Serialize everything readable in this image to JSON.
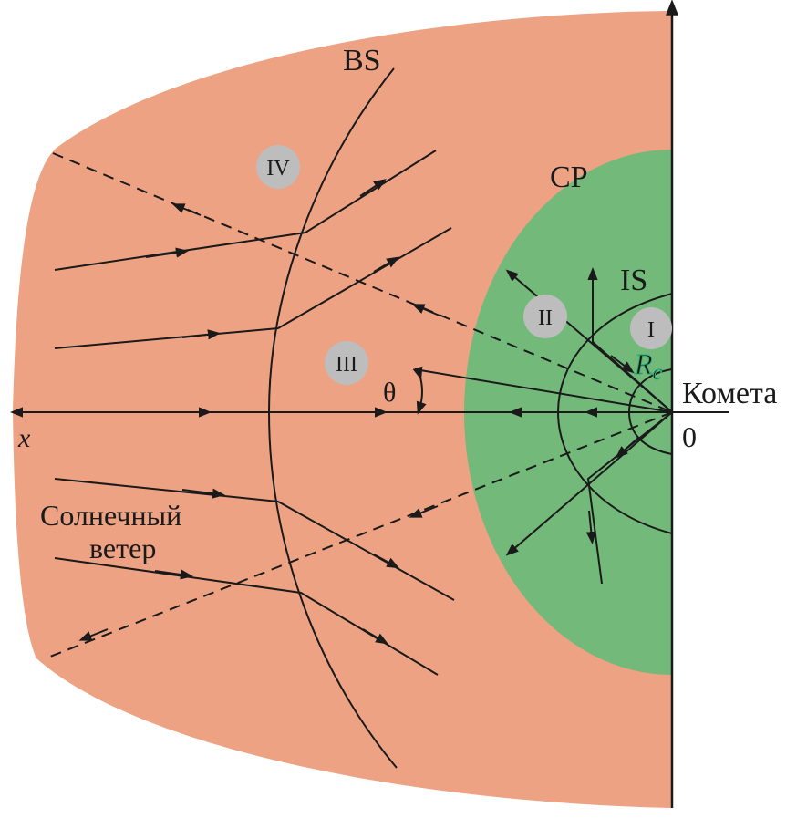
{
  "colors": {
    "solar_wind_region": "#eda283",
    "cometopause_region": "#72b97a",
    "region_marker": "#bdbdbd",
    "line": "#1a1a1a",
    "rc_label": "#111111",
    "rc_outline": "#2fb07a"
  },
  "labels": {
    "bow_shock": "BS",
    "cometopause": "CP",
    "inner_shock": "IS",
    "region_1": "I",
    "region_2": "II",
    "region_3": "III",
    "region_4": "IV",
    "theta": "θ",
    "x_axis": "x",
    "origin": "0",
    "comet": "Комета",
    "rc_main": "R",
    "rc_sub": "c",
    "solar_wind_line1": "Солнечный",
    "solar_wind_line2": "ветер"
  }
}
